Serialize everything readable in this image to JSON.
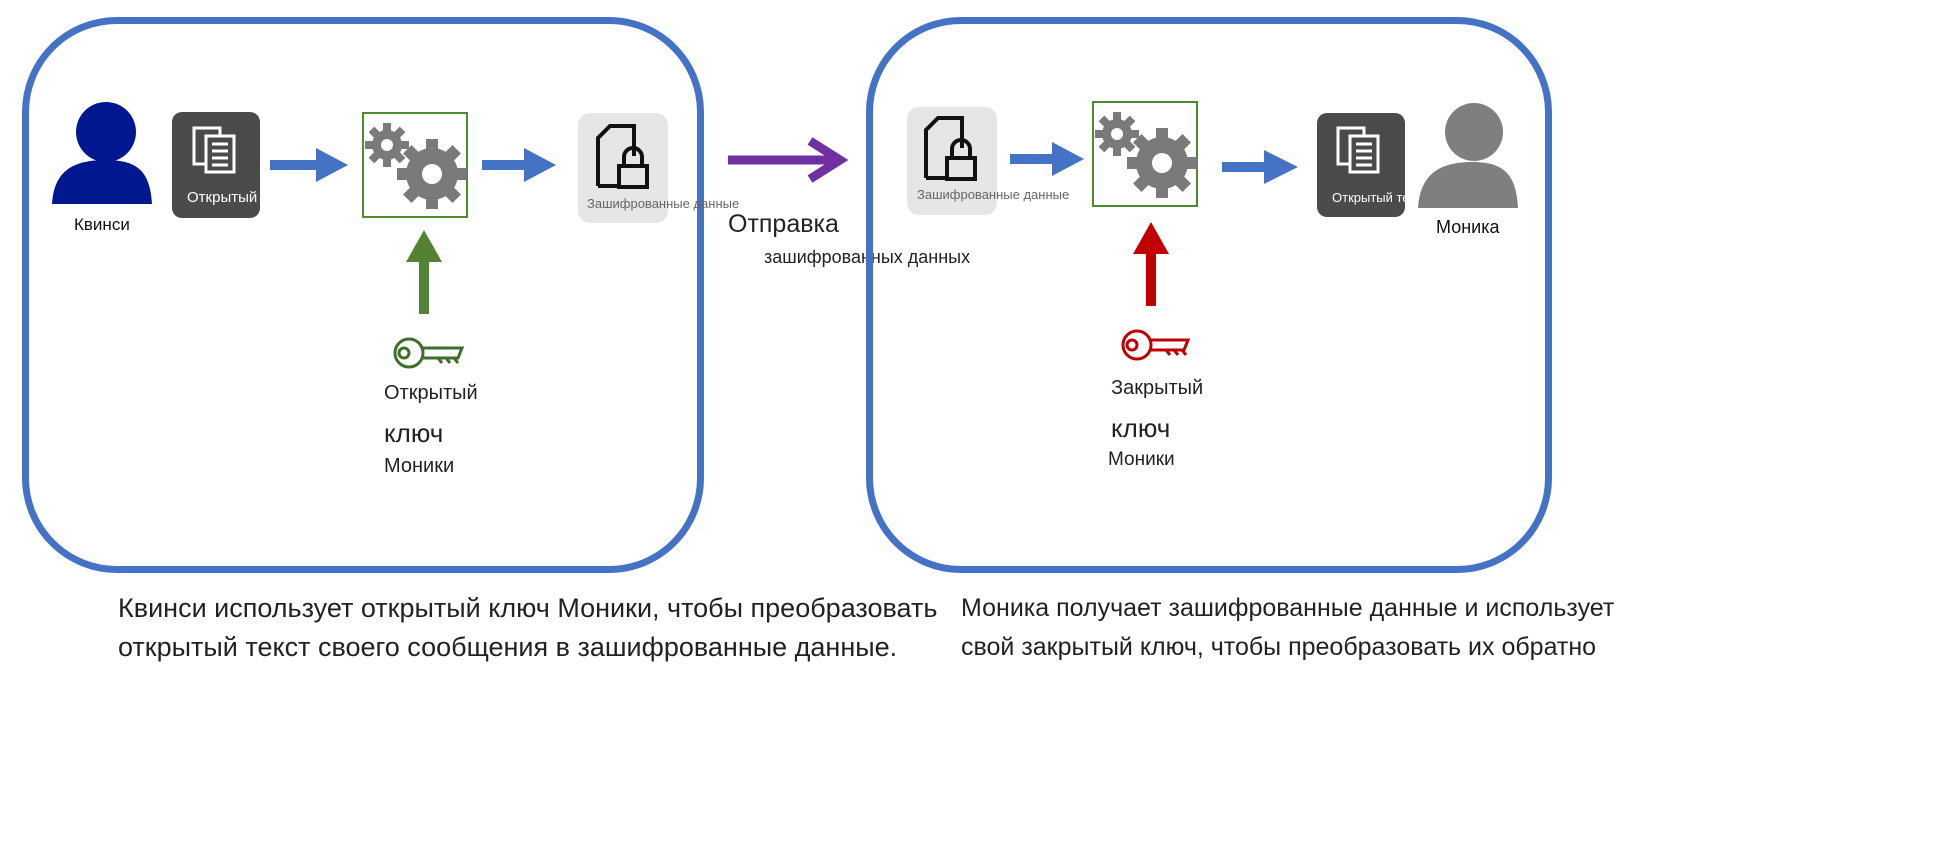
{
  "colors": {
    "panel_border": "#4472C4",
    "flow_arrow": "#4472C4",
    "send_arrow": "#7030A0",
    "public_key": "#3F6E2A",
    "public_key_arrow": "#548235",
    "private_key": "#C00000",
    "gear_box_border": "#4E8B2E",
    "sender_person": "#00188F",
    "receiver_person": "#7F7F7F",
    "doc_tile": "#4B4B4B",
    "encrypted_tile": "#E6E6E6"
  },
  "left_panel": {
    "sender_name": "Квинси",
    "plaintext_label": "Открытый текст",
    "encrypted_label": "Зашифрованные данные",
    "key_label_line1": "Открытый",
    "key_label_line2": "ключ",
    "key_label_line3": "Моники",
    "icons": {
      "person": "person-icon",
      "document": "document-icon",
      "gears": "gears-icon",
      "locked_file": "locked-file-icon",
      "key": "key-icon"
    }
  },
  "middle": {
    "send_label_line1": "Отправка",
    "send_label_line2": "зашифрованных данных"
  },
  "right_panel": {
    "encrypted_label": "Зашифрованные данные",
    "plaintext_label": "Открытый текст",
    "receiver_name": "Моника",
    "key_label_line1": "Закрытый",
    "key_label_line2": "ключ",
    "key_label_line3": "Моники"
  },
  "captions": {
    "left_line1": "Квинси использует открытый ключ Моники, чтобы преобразовать",
    "left_line2": "открытый текст своего сообщения в зашифрованные данные.",
    "right_line1": "Моника получает зашифрованные данные и использует",
    "right_line2": "свой закрытый ключ, чтобы преобразовать их обратно"
  }
}
